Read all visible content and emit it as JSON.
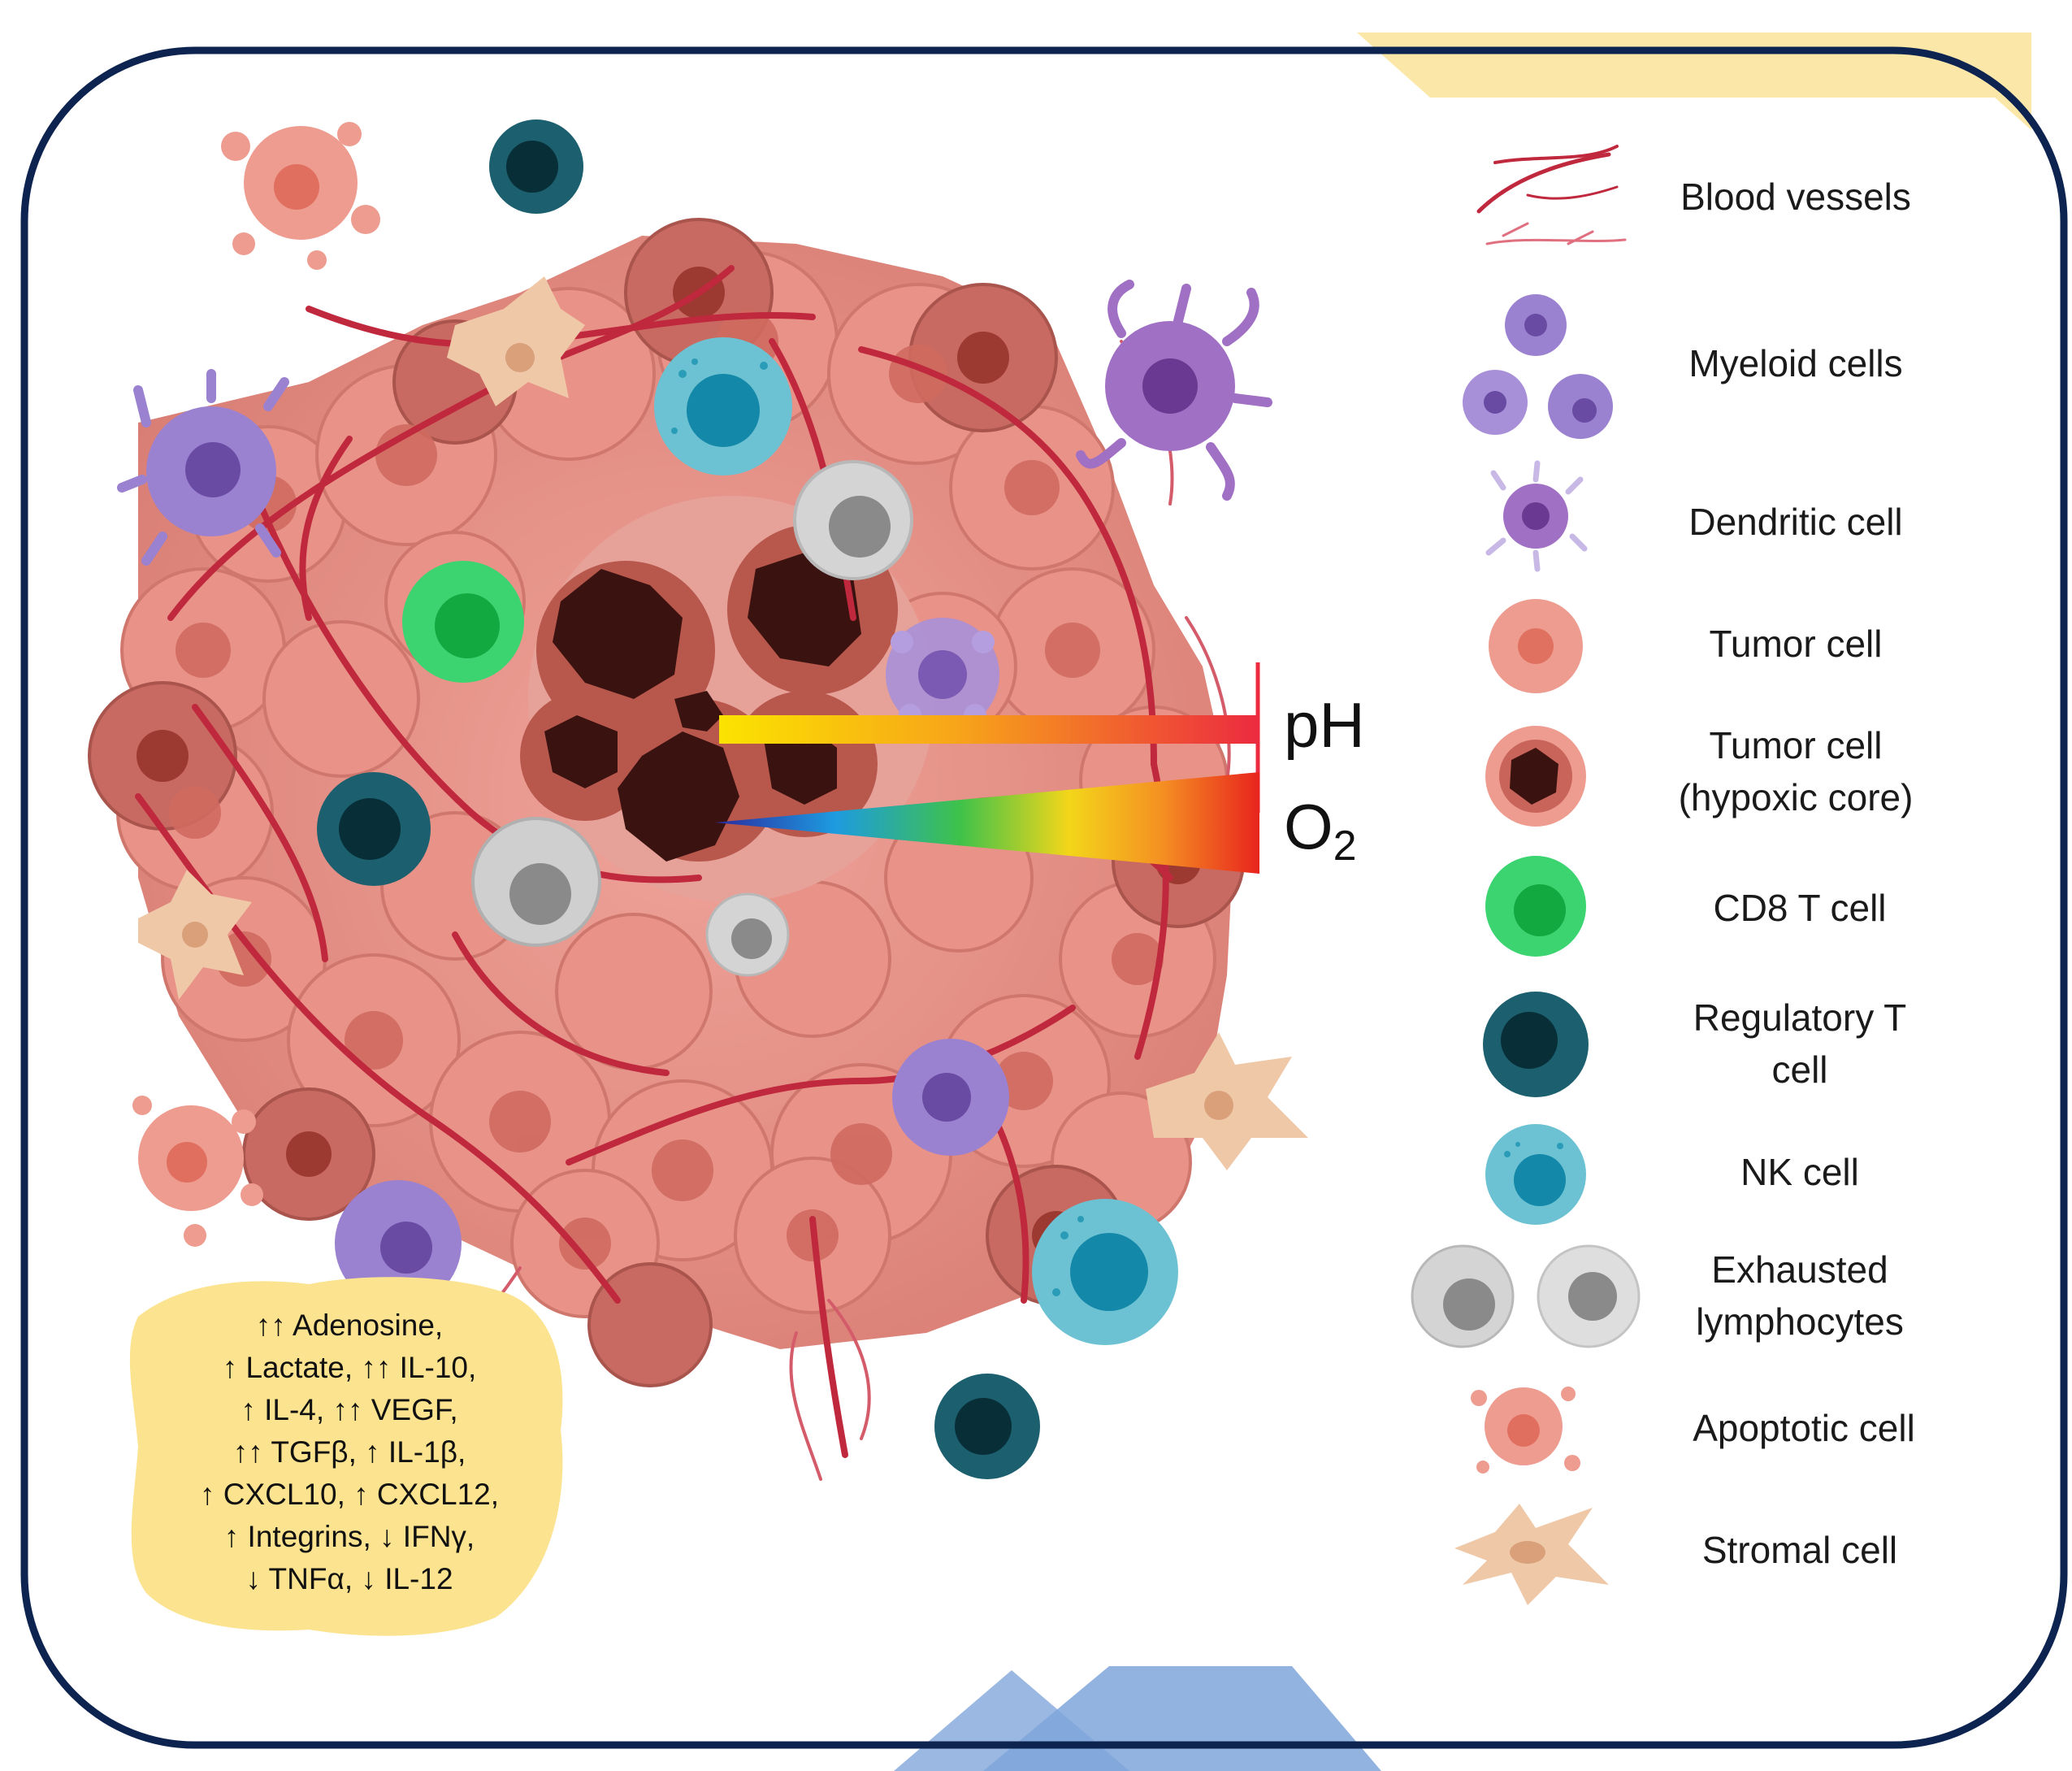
{
  "gradient_labels": {
    "ph": "pH",
    "oxygen_main": "O",
    "oxygen_sub": "2"
  },
  "legend": [
    {
      "icon": "blood-vessels-icon",
      "label": "Blood vessels"
    },
    {
      "icon": "myeloid-cells-icon",
      "label": "Myeloid cells"
    },
    {
      "icon": "dendritic-cell-icon",
      "label": "Dendritic cell"
    },
    {
      "icon": "tumor-cell-icon",
      "label": "Tumor cell"
    },
    {
      "icon": "tumor-cell-hypoxic-icon",
      "label": "Tumor cell\n(hypoxic core)"
    },
    {
      "icon": "cd8-t-cell-icon",
      "label": "CD8 T cell"
    },
    {
      "icon": "regulatory-t-cell-icon",
      "label": "Regulatory T\ncell"
    },
    {
      "icon": "nk-cell-icon",
      "label": "NK cell"
    },
    {
      "icon": "exhausted-lymphocytes-icon",
      "label": "Exhausted\nlymphocytes"
    },
    {
      "icon": "apoptotic-cell-icon",
      "label": "Apoptotic cell"
    },
    {
      "icon": "stromal-cell-icon",
      "label": "Stromal cell"
    }
  ],
  "factors": [
    "↑↑ Adenosine,",
    "↑ Lactate, ↑↑ IL-10,",
    "↑ IL-4, ↑↑ VEGF,",
    "↑↑ TGFβ, ↑ IL-1β,",
    "↑ CXCL10, ↑ CXCL12,",
    "↑ Integrins, ↓ IFNγ,",
    "↓ TNFα, ↓ IL-12"
  ],
  "colors": {
    "frame": "#0d2350",
    "tumor": "#e8958c",
    "tumor_dark": "#c2675e",
    "vessel": "#c0283d",
    "necrotic": "#3a1210",
    "cd8": "#22c85a",
    "treg": "#1c5f6e",
    "nk": "#2aa5bd",
    "myeloid": "#9b82d0",
    "dendritic": "#a070c4",
    "exhausted": "#bdbdbd",
    "stromal": "#efc8a8",
    "apoptotic": "#ee9c90",
    "factor_bubble": "#fbe38f",
    "corner_accent": "#fbe8a8",
    "bottom_accent": "#7fa6da"
  }
}
